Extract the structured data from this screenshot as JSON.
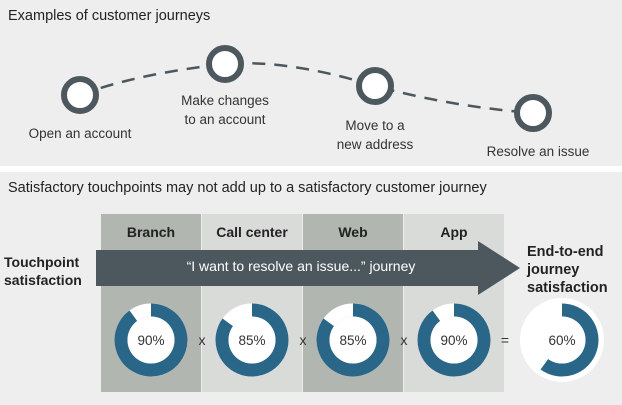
{
  "section1": {
    "title": "Examples of customer journeys",
    "stops": [
      {
        "label_lines": [
          "Open an account"
        ]
      },
      {
        "label_lines": [
          "Make changes",
          "to an account"
        ]
      },
      {
        "label_lines": [
          "Move to a",
          "new address"
        ]
      },
      {
        "label_lines": [
          "Resolve an issue"
        ]
      }
    ]
  },
  "section2": {
    "title": "Satisfactory touchpoints may not add up to a satisfactory customer journey",
    "side_label_lines": [
      "Touchpoint",
      "satisfaction"
    ],
    "arrow_text": "“I want to resolve an issue...” journey",
    "result_label_lines": [
      "End-to-end",
      "journey",
      "satisfaction"
    ],
    "operators": [
      "x",
      "x",
      "x",
      "="
    ],
    "channels": [
      {
        "name": "Branch",
        "value": 90,
        "label": "90%"
      },
      {
        "name": "Call center",
        "value": 85,
        "label": "85%"
      },
      {
        "name": "Web",
        "value": 85,
        "label": "85%"
      },
      {
        "name": "App",
        "value": 90,
        "label": "90%"
      }
    ],
    "result": {
      "value": 60,
      "label": "60%"
    }
  },
  "colors": {
    "navy": "#2a6688",
    "ring_gray": "#5b6770",
    "column_dark": "#b1b6b1",
    "column_light": "#d9dbd9",
    "arrow": "#4d575e"
  }
}
